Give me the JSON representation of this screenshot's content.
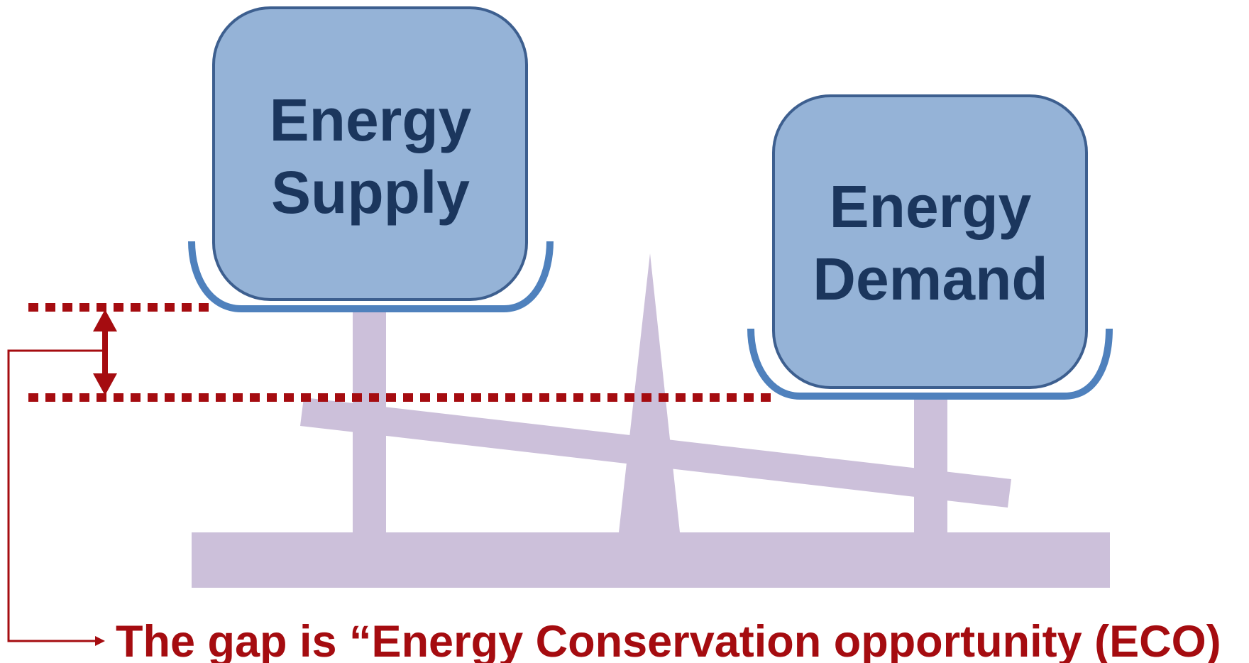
{
  "supply_box": {
    "line1": "Energy",
    "line2": "Supply"
  },
  "demand_box": {
    "line1": "Energy",
    "line2": "Demand"
  },
  "caption": "The gap is “Energy Conservation opportunity (ECO)",
  "colors": {
    "box_fill": "#95b3d7",
    "box_stroke": "#3d5f8f",
    "pan": "#4f81bd",
    "box_text": "#1b365d",
    "scale": "#ccc0da",
    "accent": "#a50c10"
  }
}
